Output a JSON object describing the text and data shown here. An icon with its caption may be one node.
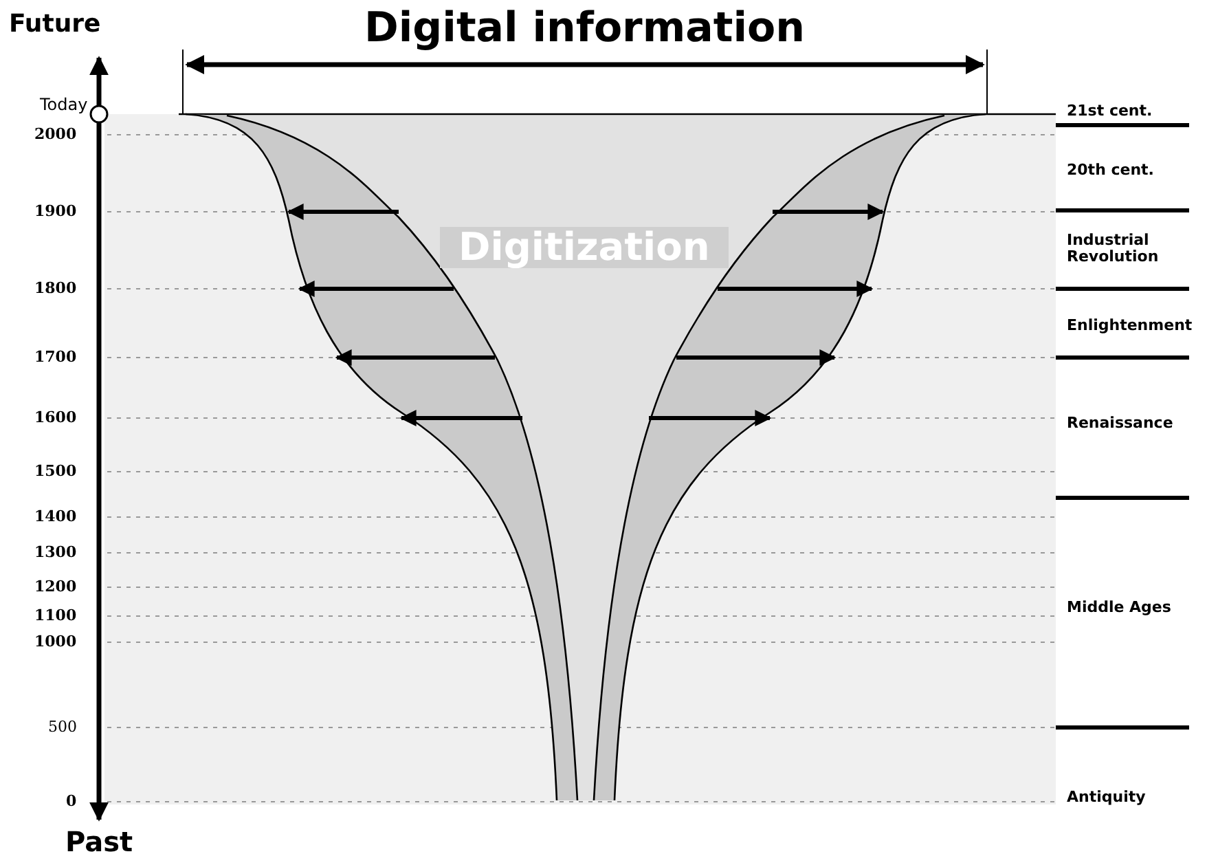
{
  "diagram": {
    "labels": [
      "Future",
      "Digital information",
      "Today",
      "21st cent.",
      "2000",
      "20th cent.",
      "1900",
      "Industrial Revolution",
      "Digitization",
      "1800",
      "Enlightenment",
      "1700",
      "1600",
      "Renaissance",
      "1500",
      "1400",
      "1300",
      "1200",
      "Middle Ages",
      "1100",
      "1000",
      "500",
      "0",
      "Antiquity",
      "Past"
    ]
  }
}
